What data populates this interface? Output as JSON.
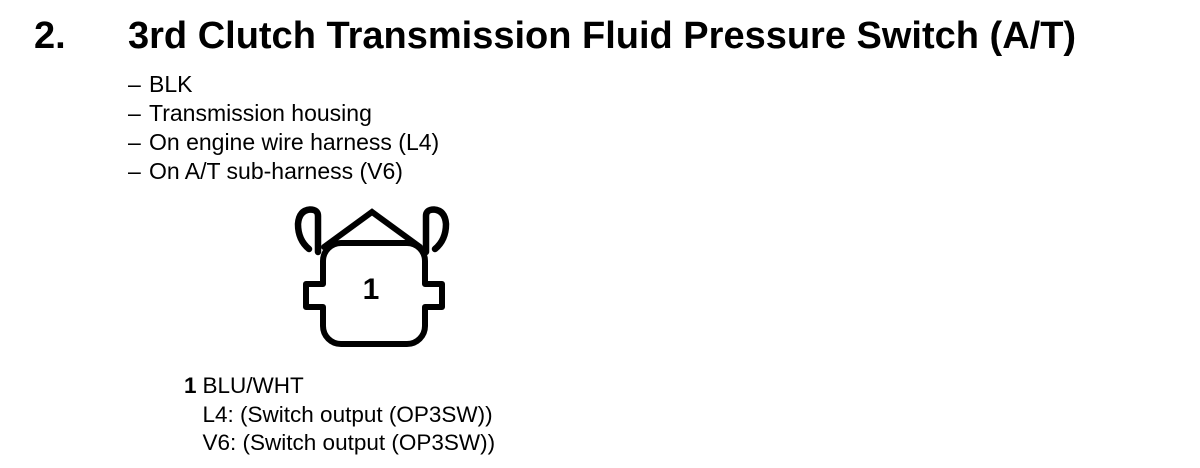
{
  "page": {
    "background": "#ffffff",
    "ink_color": "#000000"
  },
  "section": {
    "number": "2.",
    "title": "3rd Clutch Transmission Fluid Pressure Switch (A/T)"
  },
  "details": {
    "bullet_char": "–",
    "items": [
      "BLK",
      "Transmission housing",
      "On engine wire harness (L4)",
      "On A/T sub-harness (V6)"
    ]
  },
  "connector": {
    "description": "1-pin connector, front view",
    "pin_label": "1"
  },
  "pinout": {
    "entries": [
      {
        "pin": "1",
        "wire_color": "BLU/WHT",
        "functions": [
          "L4: (Switch output (OP3SW))",
          "V6: (Switch output (OP3SW))"
        ]
      }
    ]
  }
}
